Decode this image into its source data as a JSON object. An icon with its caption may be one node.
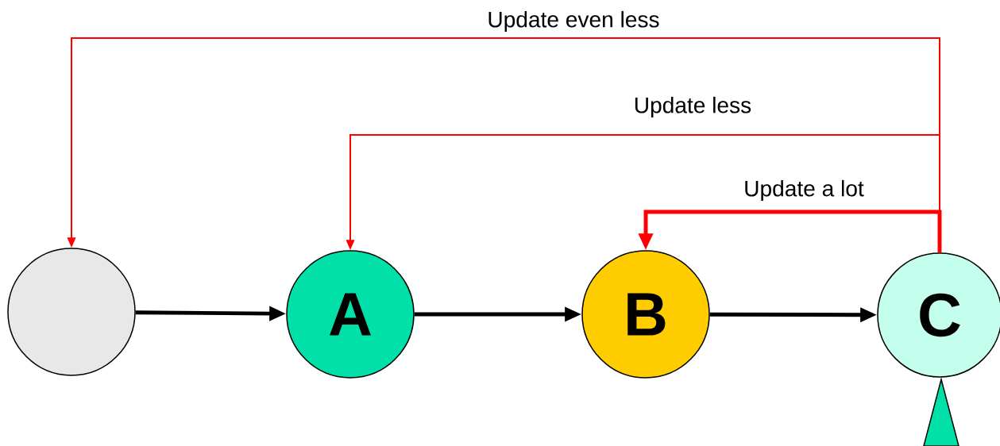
{
  "diagram": {
    "nodes": [
      {
        "text": [],
        "shape": "circle"
      },
      {
        "text": [
          "A"
        ]
      },
      {
        "text": [
          "B"
        ]
      },
      {
        "text": [
          "C"
        ]
      }
    ],
    "edges": [
      {
        "from": 0,
        "to": 1,
        "arrow": "to",
        "color": "#000000"
      },
      {
        "from": 1,
        "to": 2,
        "arrow": "to",
        "color": "#000000"
      },
      {
        "from": 2,
        "to": 3,
        "arrow": "to",
        "color": "#000000"
      },
      {
        "from": 3,
        "to": 2,
        "arrow": "to",
        "label": "Update a lot",
        "color": "#ff0000"
      },
      {
        "from": 3,
        "to": 1,
        "arrow": "to",
        "label": "Update less",
        "color": "#ff0000"
      },
      {
        "from": 3,
        "to": 0,
        "arrow": "to",
        "label": "Update even less",
        "color": "#ff0000"
      }
    ]
  }
}
